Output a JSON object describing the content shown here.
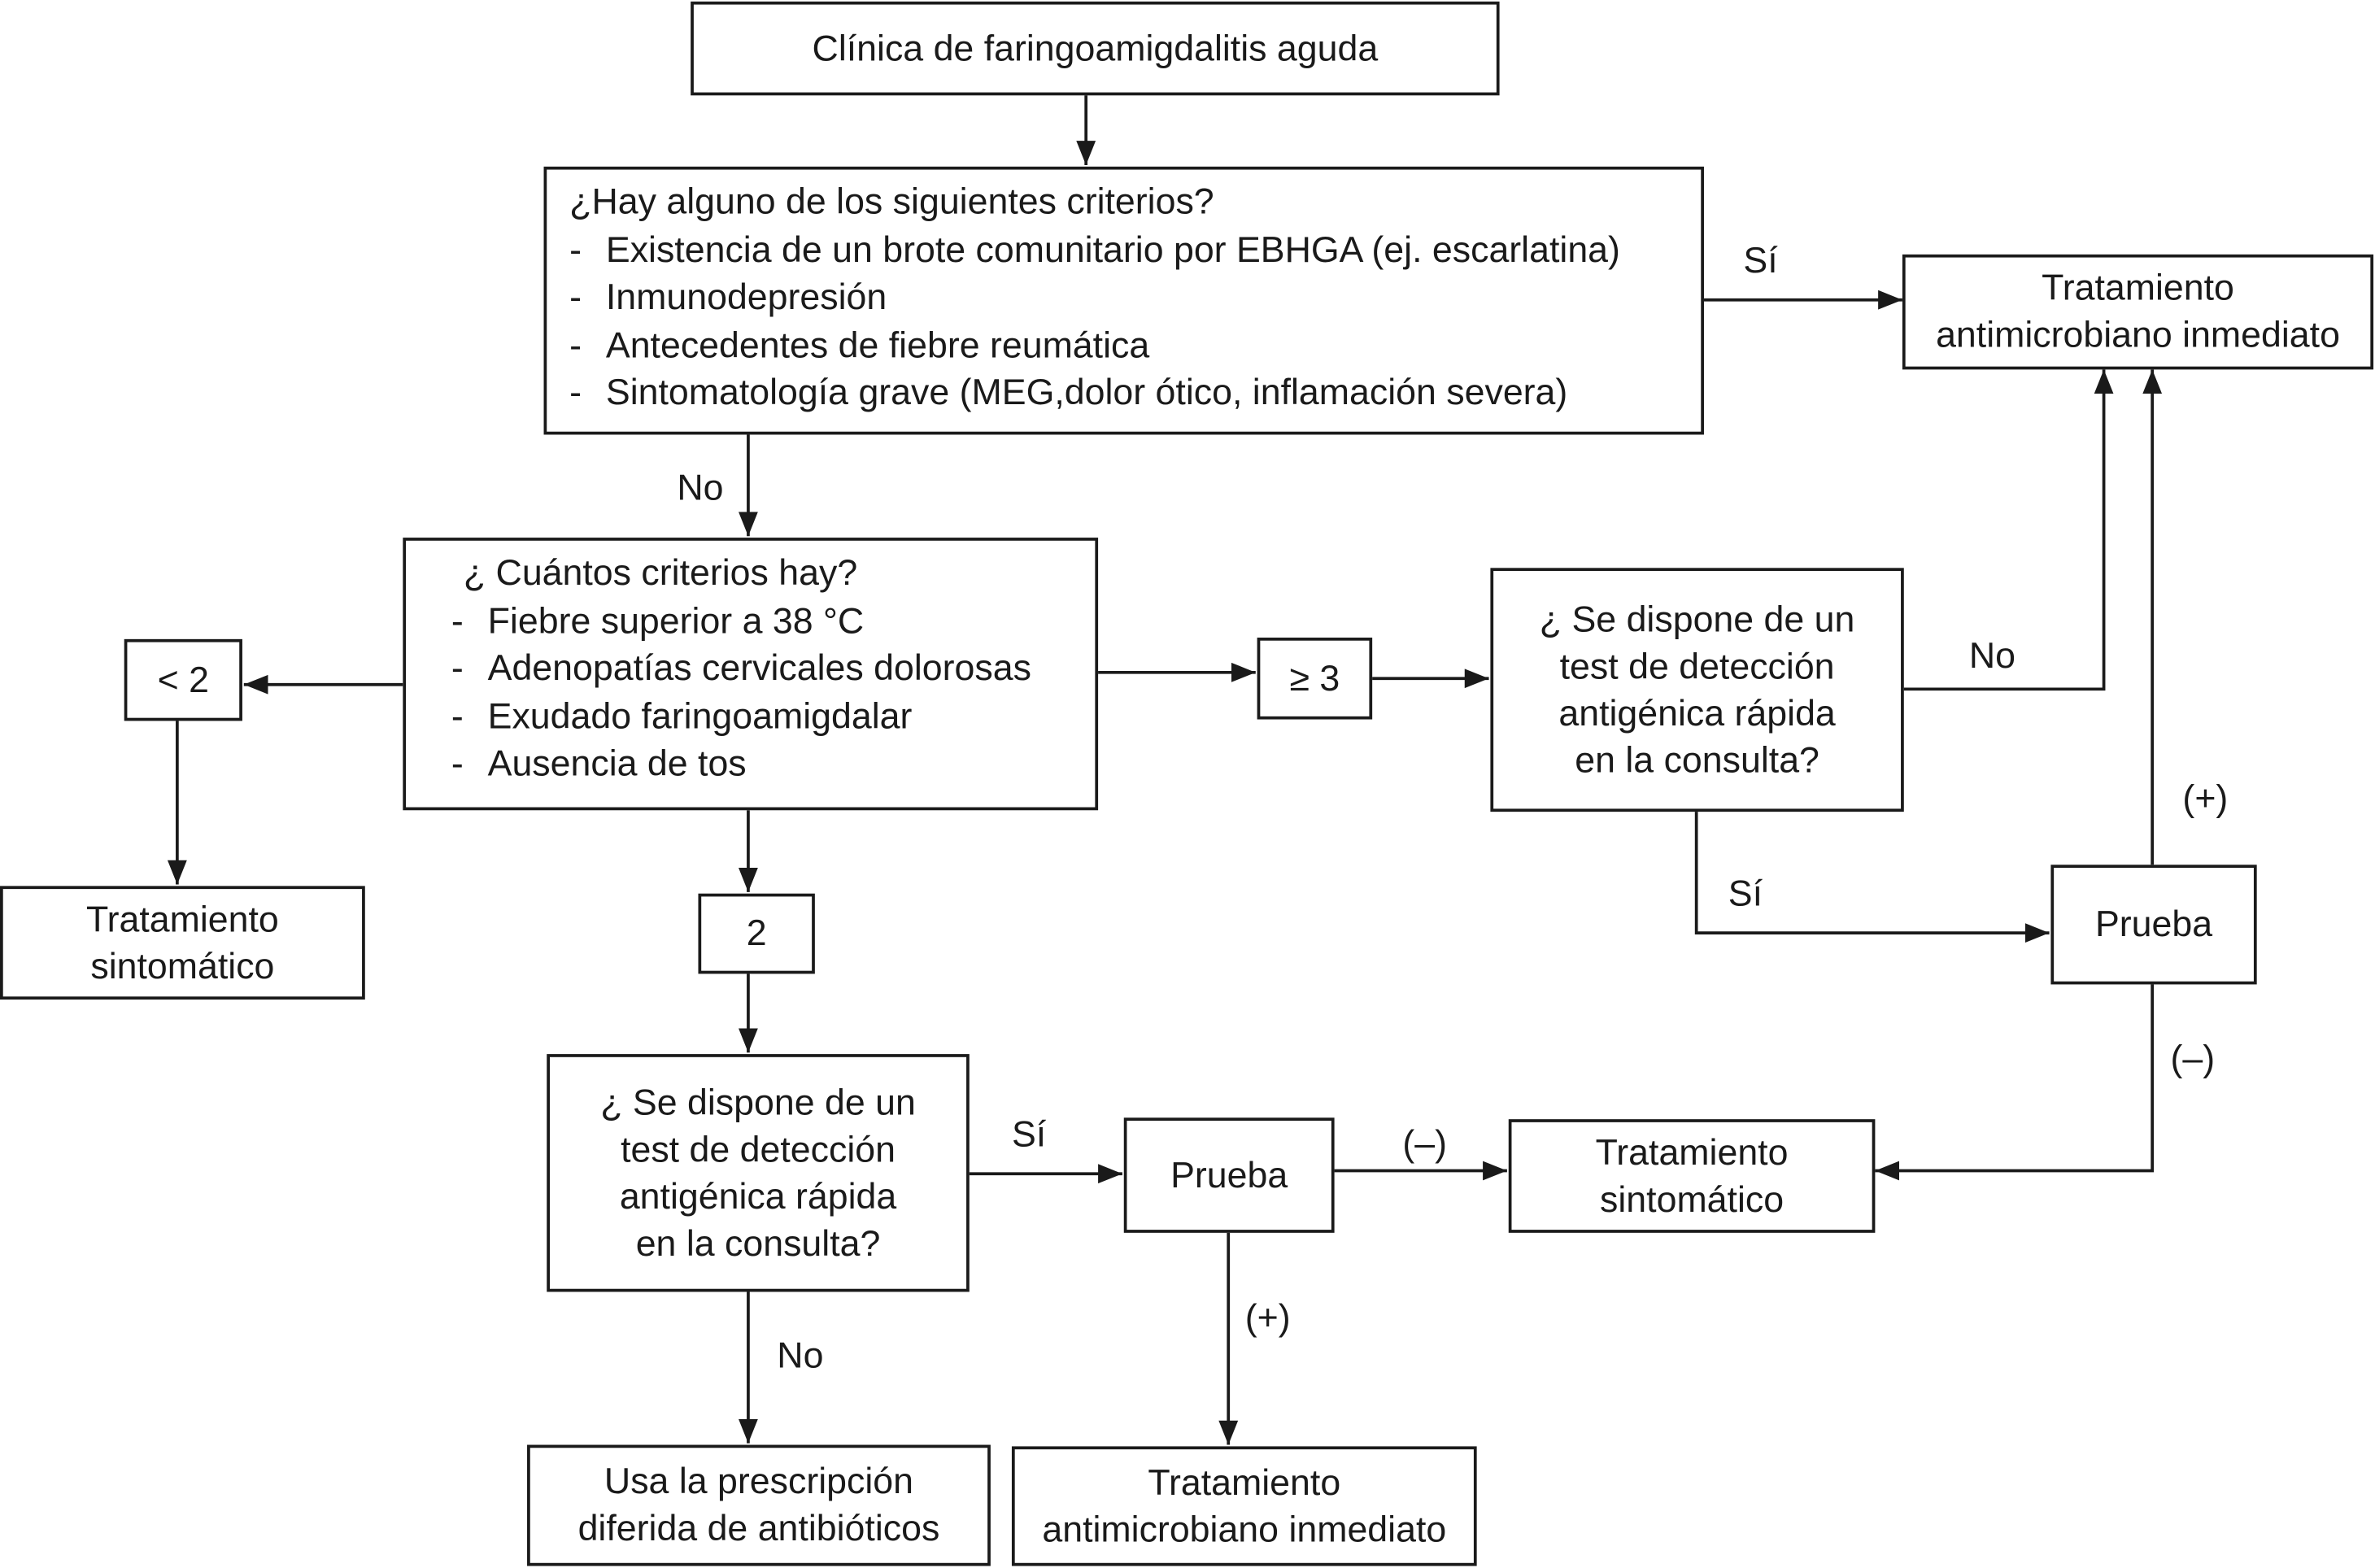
{
  "nodes": {
    "start": "Clínica de faringoamigdalitis aguda",
    "criteria1": {
      "question": "¿Hay alguno de los siguientes criterios?",
      "items": [
        "Existencia de un brote comunitario por EBHGA (ej. escarlatina)",
        "Inmunodepresión",
        "Antecedentes de fiebre reumática",
        "Sintomatología grave (MEG,dolor ótico, inflamación severa)"
      ]
    },
    "criteria2": {
      "question": "¿ Cuántos criterios hay?",
      "items": [
        "Fiebre superior a 38 °C",
        "Adenopatías cervicales dolorosas",
        "Exudado faringoamigdalar",
        "Ausencia de tos"
      ]
    },
    "treat_immediate_top": [
      "Tratamiento",
      "antimicrobiano inmediato"
    ],
    "less_than_2": "< 2",
    "two": "2",
    "three_or_more": "≥ 3",
    "treat_symptomatic_left": [
      "Tratamiento",
      "sintomático"
    ],
    "test_question_right": [
      "¿ Se dispone de un",
      "test de detección",
      "antigénica rápida",
      "en la consulta?"
    ],
    "test_question_bottom": [
      "¿ Se dispone de un",
      "test de detección",
      "antigénica rápida",
      "en la consulta?"
    ],
    "prueba_right": "Prueba",
    "prueba_bottom": "Prueba",
    "treat_symptomatic_bottom": [
      "Tratamiento",
      "sintomático"
    ],
    "deferred": [
      "Usa la prescripción",
      "diferida de antibióticos"
    ],
    "treat_immediate_bottom": [
      "Tratamiento",
      "antimicrobiano inmediato"
    ]
  },
  "edge_labels": {
    "yes_top": "Sí",
    "no_criteria1": "No",
    "no_test_right": "No",
    "yes_test_right": "Sí",
    "positive_right": "(+)",
    "negative_right": "(–)",
    "yes_test_bottom": "Sí",
    "negative_bottom": "(–)",
    "positive_bottom": "(+)",
    "no_test_bottom": "No"
  }
}
